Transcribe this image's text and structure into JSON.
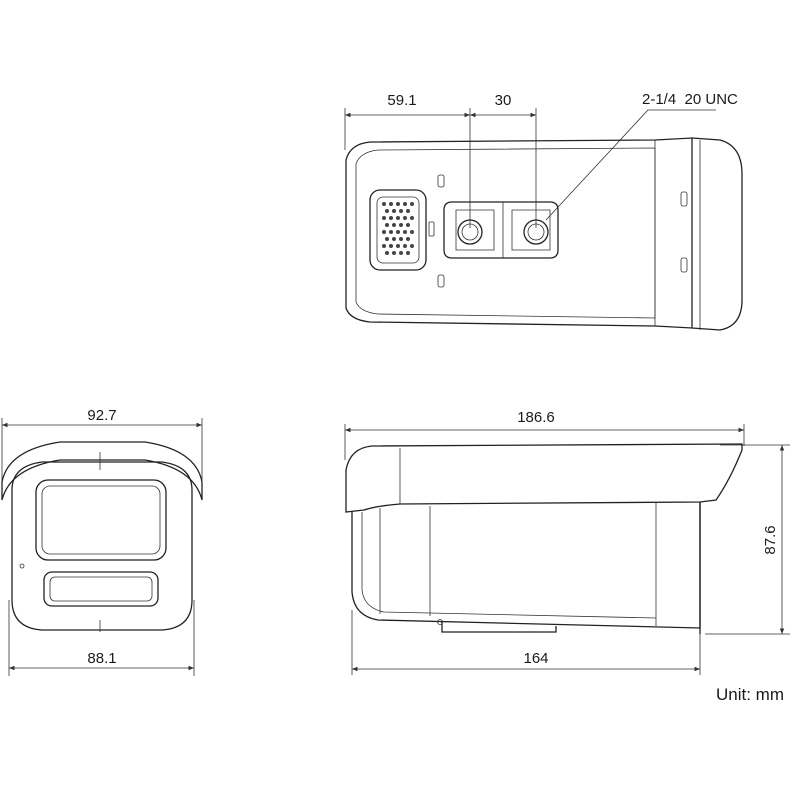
{
  "top_view": {
    "dim_left": "59.1",
    "dim_mid": "30",
    "thread_label": "2-1/4  20 UNC"
  },
  "front_view": {
    "width_top": "92.7",
    "width_bottom": "88.1"
  },
  "side_view": {
    "length_top": "186.6",
    "length_bottom": "164",
    "height": "87.6"
  },
  "unit_label": "Unit: mm"
}
